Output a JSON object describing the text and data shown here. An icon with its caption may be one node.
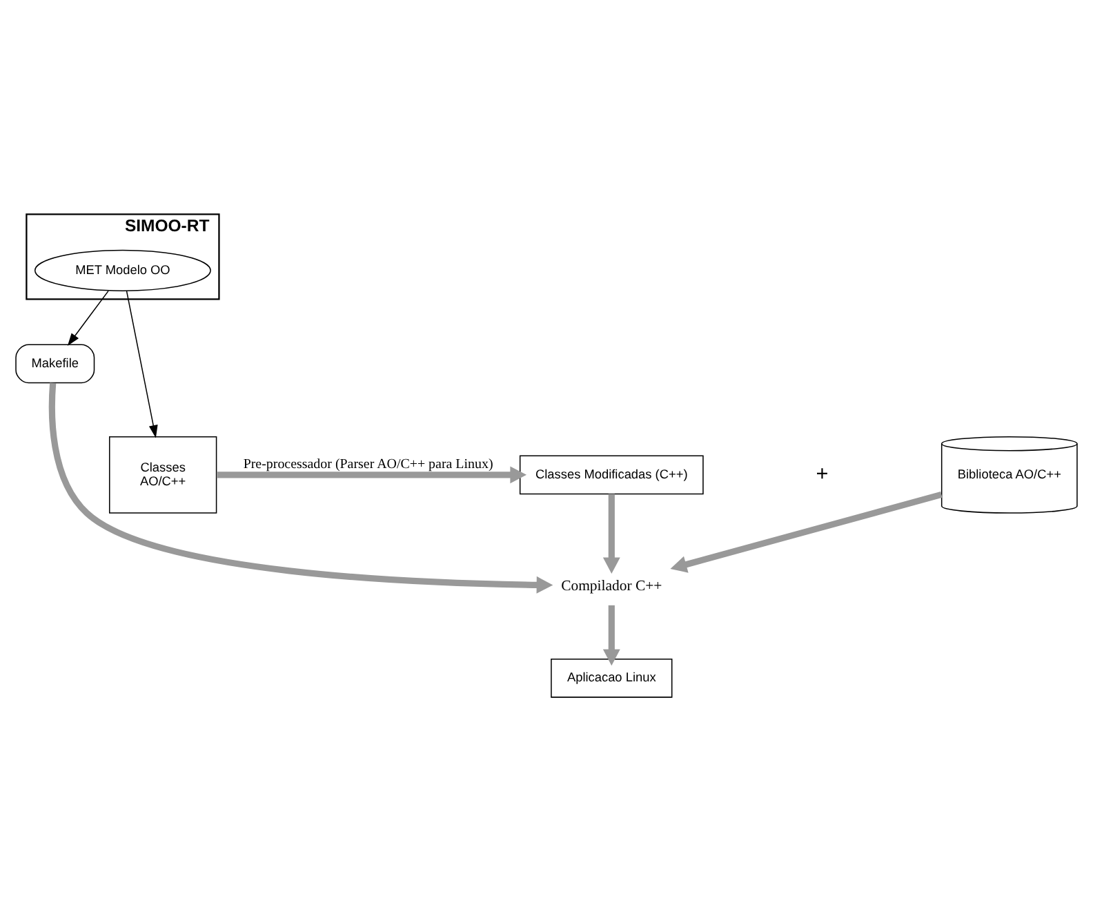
{
  "diagram": {
    "nodes": [
      {
        "text": [
          "SIMOO-RT"
        ]
      },
      {
        "text": [
          "MET Modelo OO"
        ],
        "in": 0
      },
      {
        "text": [
          "Makefile"
        ]
      },
      {
        "text": [
          "Classes",
          "AO/C++"
        ]
      },
      {
        "text": [
          "Classes Modificadas (C++)"
        ]
      },
      {
        "text": [
          "Biblioteca AO/C++"
        ]
      },
      {
        "text": [
          "Compilador C++"
        ]
      },
      {
        "text": [
          "Aplicacao Linux"
        ]
      }
    ],
    "edges": [
      {
        "from": 1,
        "to": 3,
        "arrow": "to",
        "color": "#000000"
      },
      {
        "from": 1,
        "to": 2,
        "arrow": "to",
        "color": "#000000"
      },
      {
        "from": 3,
        "to": 4,
        "arrow": "to",
        "label": "Pre-processador (Parser AO/C++ para Linux)"
      },
      {
        "from": 4,
        "to": 6,
        "arrow": "to"
      },
      {
        "from": 2,
        "to": 6,
        "arrow": "to"
      },
      {
        "from": 5,
        "to": 6,
        "arrow": "to"
      },
      {
        "from": 6,
        "to": 7,
        "arrow": "to"
      }
    ],
    "labels": [
      "+"
    ]
  }
}
